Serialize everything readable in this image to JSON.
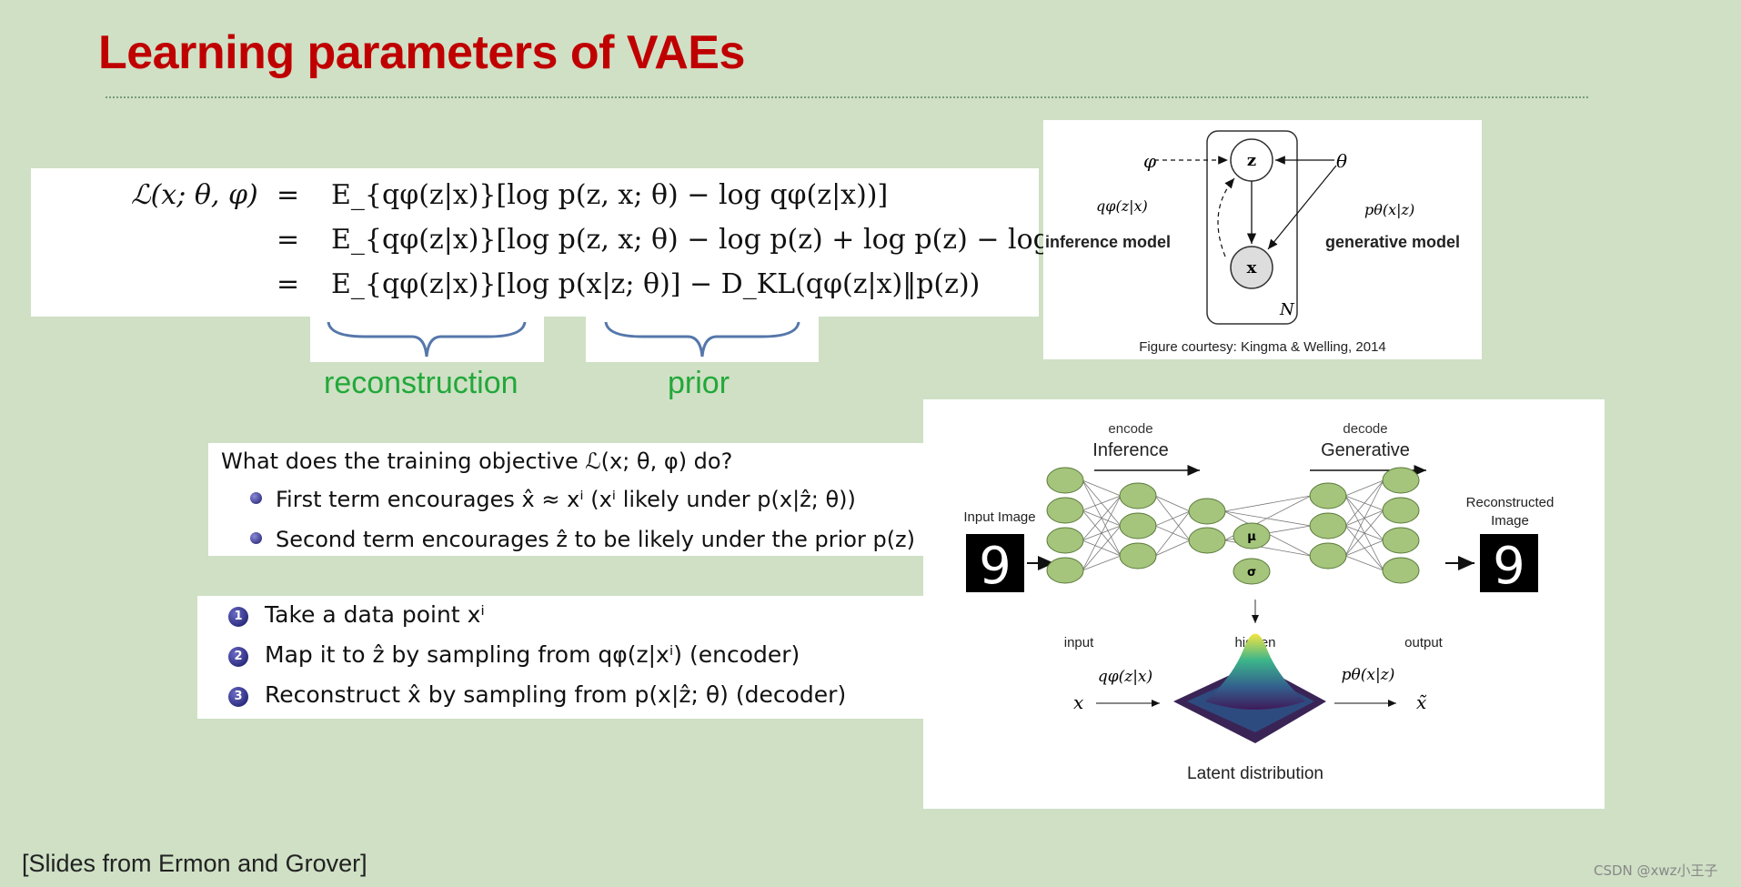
{
  "slide": {
    "title": "Learning parameters of VAEs",
    "footer": "[Slides from Ermon and Grover]",
    "watermark": "CSDN @xwz小王子"
  },
  "equation": {
    "lhs": "ℒ(x; θ, φ)",
    "eq_sign": "=",
    "row1": "E_{qφ(z|x)}[log p(z, x; θ) − log qφ(z|x))]",
    "row2": "E_{qφ(z|x)}[log p(z, x; θ) − log p(z) + log p(z) − log qφ(z|x))]",
    "row3": "E_{qφ(z|x)}[log p(x|z; θ)] − D_KL(qφ(z|x)‖p(z))"
  },
  "braces": {
    "label1": "reconstruction",
    "label2": "prior"
  },
  "question": {
    "text": "What does the training objective ℒ(x; θ, φ) do?",
    "bullets": [
      "First term encourages x̂ ≈ xⁱ (xⁱ likely under p(x|ẑ; θ))",
      "Second term encourages ẑ to be likely under the prior p(z)"
    ]
  },
  "steps": {
    "items": [
      {
        "num": "1",
        "text": "Take a data point xⁱ"
      },
      {
        "num": "2",
        "text": "Map it to ẑ by sampling from qφ(z|xⁱ) (encoder)"
      },
      {
        "num": "3",
        "text": "Reconstruct x̂ by sampling from p(x|ẑ; θ) (decoder)"
      }
    ]
  },
  "figure_top": {
    "phi": "φ",
    "theta": "θ",
    "node_z": "z",
    "node_x": "x",
    "plate": "N",
    "q_label": "qφ(z|x)",
    "p_label": "pθ(x|z)",
    "inference": "inference model",
    "generative": "generative model",
    "caption": "Figure courtesy: Kingma & Welling, 2014"
  },
  "figure_bottom": {
    "encode": "encode",
    "inference": "Inference",
    "decode": "decode",
    "generative": "Generative",
    "input_image": "Input Image",
    "reconstructed": "Reconstructed",
    "reconstructed2": "Image",
    "digit": "9",
    "input": "input",
    "hidden": "hidden",
    "output": "output",
    "mu": "μ",
    "sigma": "σ",
    "q_label": "qφ(z|x)",
    "p_label": "pθ(x|z)",
    "x": "x",
    "x_tilde": "x̃",
    "latent": "Latent distribution"
  }
}
